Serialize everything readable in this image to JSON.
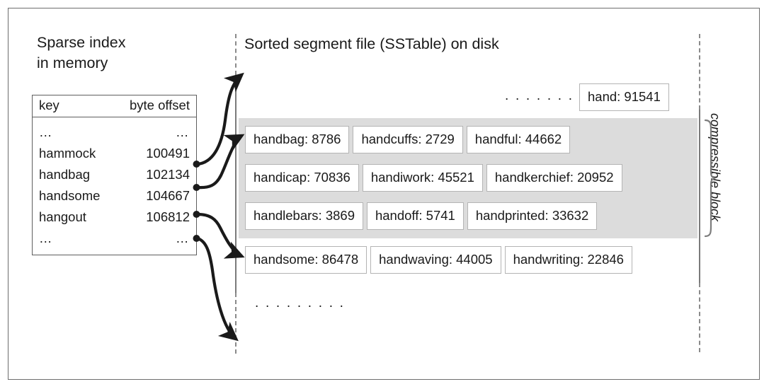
{
  "figure": {
    "left_heading": "Sparse index\nin memory",
    "right_heading": "Sorted segment file (SSTable) on disk",
    "compressible_label": "compressible block",
    "ellipsis_short": "…",
    "ellipsis_long": ". . . . . . . . .",
    "colors": {
      "frame_border": "#6d6d6d",
      "table_border": "#5e5e5e",
      "gray_block": "#dcdcdc",
      "cell_border": "#b4b4b4",
      "rule": "#7a7a7a",
      "text": "#1a1a1a"
    }
  },
  "sparse_index": {
    "columns": [
      "key",
      "byte offset"
    ],
    "rows": [
      {
        "key": "…",
        "offset": "…"
      },
      {
        "key": "hammock",
        "offset": "100491"
      },
      {
        "key": "handbag",
        "offset": "102134"
      },
      {
        "key": "handsome",
        "offset": "104667"
      },
      {
        "key": "hangout",
        "offset": "106812"
      },
      {
        "key": "…",
        "offset": "…"
      }
    ]
  },
  "sstable": {
    "top_entry": "hand: 91541",
    "top_ellipsis": ". . . . . . . . .",
    "bottom_ellipsis": ". . . . . . . . .",
    "rows": [
      {
        "in_compressible_block": true,
        "entries": [
          "handbag: 8786",
          "handcuffs: 2729",
          "handful: 44662"
        ]
      },
      {
        "in_compressible_block": true,
        "entries": [
          "handicap: 70836",
          "handiwork: 45521",
          "handkerchief: 20952"
        ]
      },
      {
        "in_compressible_block": true,
        "entries": [
          "handlebars: 3869",
          "handoff: 5741",
          "handprinted: 33632"
        ]
      },
      {
        "in_compressible_block": false,
        "entries": [
          "handsome: 86478",
          "handwaving: 44005",
          "handwriting: 22846"
        ]
      }
    ]
  }
}
